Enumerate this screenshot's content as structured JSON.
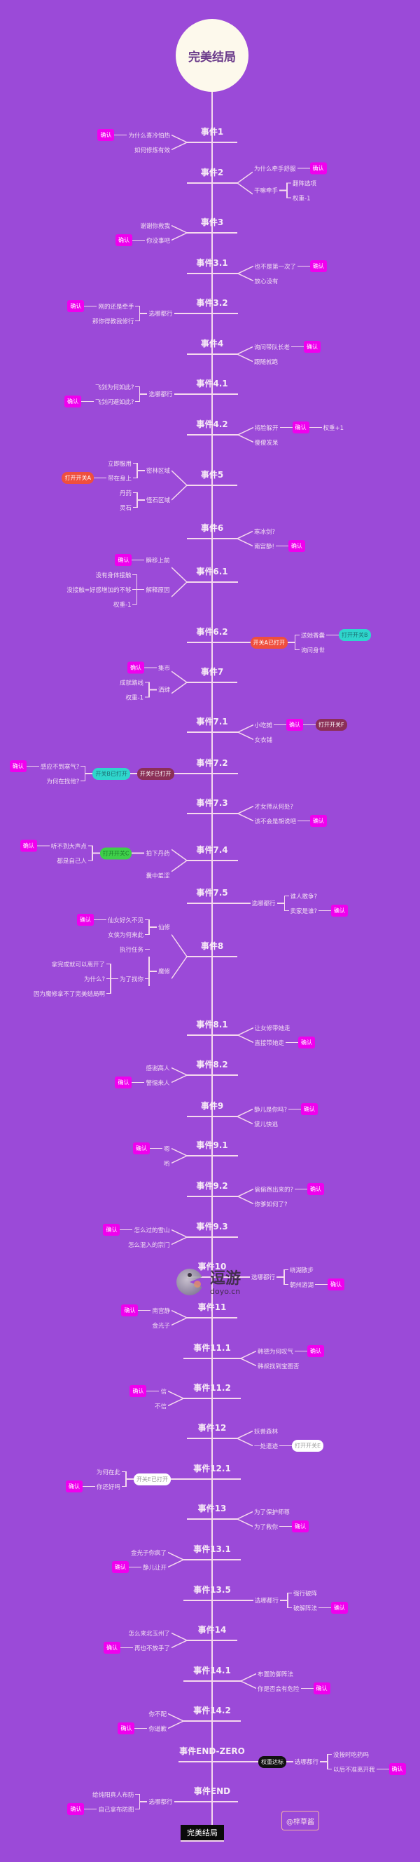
{
  "title": "完美结局",
  "confirm_label": "确认",
  "colors": {
    "background": "#9b4ad8",
    "confirm": "#f000ee",
    "line": "#f6d9ee"
  },
  "events": [
    {
      "label": "事件1",
      "side": "left",
      "branches": [
        {
          "text": "为什么喜冷怕热",
          "chips": [
            {
              "type": "confirm",
              "text": "确认"
            }
          ]
        },
        {
          "text": "如何修炼有效"
        }
      ]
    },
    {
      "label": "事件2",
      "side": "right",
      "branches": [
        {
          "text": "为什么牵手舒服",
          "chips": [
            {
              "type": "confirm",
              "text": "确认"
            }
          ]
        },
        {
          "text": "干嘛牵手",
          "children": [
            {
              "text": "翻阵选项"
            },
            {
              "text": "权重-1"
            }
          ]
        }
      ]
    },
    {
      "label": "事件3",
      "side": "left",
      "branches": [
        {
          "text": "谢谢你救我"
        },
        {
          "text": "你没事吧",
          "chips": [
            {
              "type": "confirm",
              "text": "确认"
            }
          ]
        }
      ]
    },
    {
      "label": "事件3.1",
      "side": "right",
      "branches": [
        {
          "text": "也不是第一次了",
          "chips": [
            {
              "type": "confirm",
              "text": "确认"
            }
          ]
        },
        {
          "text": "放心没有"
        }
      ]
    },
    {
      "label": "事件3.2",
      "side": "left",
      "branches": [
        {
          "text": "选哪都行",
          "children": [
            {
              "text": "刚的还是牵手",
              "chips": [
                {
                  "type": "confirm",
                  "text": "确认"
                }
              ]
            },
            {
              "text": "那你得教我修行"
            }
          ]
        }
      ]
    },
    {
      "label": "事件4",
      "side": "right",
      "branches": [
        {
          "text": "询问带队长老",
          "chips": [
            {
              "type": "confirm",
              "text": "确认"
            }
          ]
        },
        {
          "text": "跟随就跑"
        }
      ]
    },
    {
      "label": "事件4.1",
      "side": "left",
      "branches": [
        {
          "text": "选哪都行",
          "children": [
            {
              "text": "飞剑为何如此?"
            },
            {
              "text": "飞剑闪避如此?",
              "chips": [
                {
                  "type": "confirm",
                  "text": "确认"
                }
              ]
            }
          ]
        }
      ]
    },
    {
      "label": "事件4.2",
      "side": "right",
      "branches": [
        {
          "text": "将脸躲开",
          "chips": [
            {
              "type": "confirm",
              "text": "确认"
            },
            {
              "type": "text",
              "text": "权重+1"
            }
          ]
        },
        {
          "text": "傻傻发呆"
        }
      ]
    },
    {
      "label": "事件5",
      "side": "left",
      "branches": [
        {
          "text": "密林区域",
          "children": [
            {
              "text": "立即服用"
            },
            {
              "text": "带在身上",
              "chips": [
                {
                  "type": "red",
                  "text": "打开开关A"
                }
              ]
            }
          ]
        },
        {
          "text": "怪石区域",
          "children": [
            {
              "text": "丹药"
            },
            {
              "text": "灵石"
            }
          ]
        }
      ]
    },
    {
      "label": "事件6",
      "side": "right",
      "branches": [
        {
          "text": "寒冰剑?"
        },
        {
          "text": "南宫静!",
          "chips": [
            {
              "type": "confirm",
              "text": "确认"
            }
          ]
        }
      ]
    },
    {
      "label": "事件6.1",
      "side": "left",
      "branches": [
        {
          "text": "瞬移上前",
          "chips": [
            {
              "type": "confirm",
              "text": "确认"
            }
          ]
        },
        {
          "text": "解释原因",
          "children": [
            {
              "text": "没有身体接触"
            },
            {
              "text": "没接触=好感增加的不够"
            },
            {
              "text": "权重-1"
            }
          ]
        }
      ]
    },
    {
      "label": "事件6.2",
      "side": "right",
      "branches": [
        {
          "lead": [
            {
              "type": "red",
              "text": "开关A已打开"
            }
          ],
          "children": [
            {
              "text": "送她香囊",
              "chips": [
                {
                  "type": "teal",
                  "text": "打开开关B"
                }
              ]
            },
            {
              "text": "询问身世"
            }
          ]
        }
      ]
    },
    {
      "label": "事件7",
      "side": "left",
      "branches": [
        {
          "text": "集市",
          "chips": [
            {
              "type": "confirm",
              "text": "确认"
            }
          ]
        },
        {
          "text": "酒肆",
          "children": [
            {
              "text": "成就路线"
            },
            {
              "text": "权重-1"
            }
          ]
        }
      ]
    },
    {
      "label": "事件7.1",
      "side": "right",
      "branches": [
        {
          "text": "小吃摊",
          "chips": [
            {
              "type": "confirm",
              "text": "确认"
            },
            {
              "type": "darkred",
              "text": "打开开关F"
            }
          ]
        },
        {
          "text": "女衣铺"
        }
      ]
    },
    {
      "label": "事件7.2",
      "side": "left",
      "branches": [
        {
          "lead": [
            {
              "type": "darkred",
              "text": "开关F已打开"
            },
            {
              "type": "teal",
              "text": "开关B已打开"
            }
          ],
          "children": [
            {
              "text": "感应不到寒气?",
              "chips": [
                {
                  "type": "confirm",
                  "text": "确认"
                }
              ]
            },
            {
              "text": "为何在找他?"
            }
          ]
        }
      ]
    },
    {
      "label": "事件7.3",
      "side": "right",
      "branches": [
        {
          "text": "才女师从何处?"
        },
        {
          "text": "该不会是胡说吧",
          "chips": [
            {
              "type": "confirm",
              "text": "确认"
            }
          ]
        }
      ]
    },
    {
      "label": "事件7.4",
      "side": "left",
      "branches": [
        {
          "text": "拍下丹药",
          "chips": [
            {
              "type": "green",
              "text": "打开开关C"
            }
          ],
          "children": [
            {
              "text": "听不到大声点",
              "chips": [
                {
                  "type": "confirm",
                  "text": "确认"
                }
              ]
            },
            {
              "text": "都是自己人"
            }
          ]
        },
        {
          "text": "囊中羞涩"
        }
      ]
    },
    {
      "label": "事件7.5",
      "side": "right",
      "branches": [
        {
          "text": "选哪都行",
          "children": [
            {
              "text": "谁人敢争?"
            },
            {
              "text": "卖家是谁?",
              "chips": [
                {
                  "type": "confirm",
                  "text": "确认"
                }
              ]
            }
          ]
        }
      ]
    },
    {
      "label": "事件8",
      "side": "left",
      "branches": [
        {
          "text": "仙修",
          "children": [
            {
              "text": "仙女好久不见",
              "chips": [
                {
                  "type": "confirm",
                  "text": "确认"
                }
              ]
            },
            {
              "text": "女侠为何来此"
            }
          ]
        },
        {
          "text": "魔修",
          "children": [
            {
              "text": "执行任务"
            },
            {
              "text": "为了找你",
              "children": [
                {
                  "text": "拿完成就可以离开了"
                },
                {
                  "text": "为什么?"
                },
                {
                  "text": "因为魔修拿不了完美结局啊"
                }
              ]
            }
          ]
        }
      ]
    },
    {
      "label": "事件8.1",
      "side": "right",
      "branches": [
        {
          "text": "让女修带她走"
        },
        {
          "text": "直接带她走",
          "chips": [
            {
              "type": "confirm",
              "text": "确认"
            }
          ]
        }
      ]
    },
    {
      "label": "事件8.2",
      "side": "left",
      "branches": [
        {
          "text": "感谢高人"
        },
        {
          "text": "警惕来人",
          "chips": [
            {
              "type": "confirm",
              "text": "确认"
            }
          ]
        }
      ]
    },
    {
      "label": "事件9",
      "side": "right",
      "branches": [
        {
          "text": "静儿是你吗?",
          "chips": [
            {
              "type": "confirm",
              "text": "确认"
            }
          ]
        },
        {
          "text": "黛儿快逃"
        }
      ]
    },
    {
      "label": "事件9.1",
      "side": "left",
      "branches": [
        {
          "text": "嗯",
          "chips": [
            {
              "type": "confirm",
              "text": "确认"
            }
          ]
        },
        {
          "text": "哟"
        }
      ]
    },
    {
      "label": "事件9.2",
      "side": "right",
      "branches": [
        {
          "text": "偷偷跑出来的?",
          "chips": [
            {
              "type": "confirm",
              "text": "确认"
            }
          ]
        },
        {
          "text": "你爹如何了?"
        }
      ]
    },
    {
      "label": "事件9.3",
      "side": "left",
      "branches": [
        {
          "text": "怎么过的雪山",
          "chips": [
            {
              "type": "confirm",
              "text": "确认"
            }
          ]
        },
        {
          "text": "怎么混入的宗门"
        }
      ]
    },
    {
      "label": "事件10",
      "side": "right",
      "branches": [
        {
          "text": "选哪都行",
          "children": [
            {
              "text": "绕湖散步"
            },
            {
              "text": "朝州游湖",
              "chips": [
                {
                  "type": "confirm",
                  "text": "确认"
                }
              ]
            }
          ]
        }
      ]
    },
    {
      "label": "事件11",
      "side": "left",
      "branches": [
        {
          "text": "南宫静",
          "chips": [
            {
              "type": "confirm",
              "text": "确认"
            }
          ]
        },
        {
          "text": "金光子"
        }
      ]
    },
    {
      "label": "事件11.1",
      "side": "right",
      "branches": [
        {
          "text": "韩德为何叹气",
          "chips": [
            {
              "type": "confirm",
              "text": "确认"
            }
          ]
        },
        {
          "text": "韩叔找到宝图否"
        }
      ]
    },
    {
      "label": "事件11.2",
      "side": "left",
      "branches": [
        {
          "text": "信",
          "chips": [
            {
              "type": "confirm",
              "text": "确认"
            }
          ]
        },
        {
          "text": "不信"
        }
      ]
    },
    {
      "label": "事件12",
      "side": "right",
      "branches": [
        {
          "text": "妖兽森林"
        },
        {
          "text": "一处遗迹",
          "chips": [
            {
              "type": "white",
              "text": "打开开关E"
            }
          ]
        }
      ]
    },
    {
      "label": "事件12.1",
      "side": "left",
      "branches": [
        {
          "lead": [
            {
              "type": "white",
              "text": "开关E已打开"
            }
          ],
          "children": [
            {
              "text": "为何在此"
            },
            {
              "text": "你还好吗",
              "chips": [
                {
                  "type": "confirm",
                  "text": "确认"
                }
              ]
            }
          ]
        }
      ]
    },
    {
      "label": "事件13",
      "side": "right",
      "branches": [
        {
          "text": "为了保护师尊"
        },
        {
          "text": "为了救你",
          "chips": [
            {
              "type": "confirm",
              "text": "确认"
            }
          ]
        }
      ]
    },
    {
      "label": "事件13.1",
      "side": "left",
      "branches": [
        {
          "text": "金光子你疯了"
        },
        {
          "text": "静儿让开",
          "chips": [
            {
              "type": "confirm",
              "text": "确认"
            }
          ]
        }
      ]
    },
    {
      "label": "事件13.5",
      "side": "right",
      "branches": [
        {
          "text": "选哪都行",
          "children": [
            {
              "text": "强行破阵"
            },
            {
              "text": "破解阵法",
              "chips": [
                {
                  "type": "confirm",
                  "text": "确认"
                }
              ]
            }
          ]
        }
      ]
    },
    {
      "label": "事件14",
      "side": "left",
      "branches": [
        {
          "text": "怎么来北玉州了"
        },
        {
          "text": "再也不放手了",
          "chips": [
            {
              "type": "confirm",
              "text": "确认"
            }
          ]
        }
      ]
    },
    {
      "label": "事件14.1",
      "side": "right",
      "branches": [
        {
          "text": "布置防御阵法"
        },
        {
          "text": "你是否会有危险",
          "chips": [
            {
              "type": "confirm",
              "text": "确认"
            }
          ]
        }
      ]
    },
    {
      "label": "事件14.2",
      "side": "left",
      "branches": [
        {
          "text": "你不配"
        },
        {
          "text": "你道歉",
          "chips": [
            {
              "type": "confirm",
              "text": "确认"
            }
          ]
        }
      ]
    },
    {
      "label": "事件END-ZERO",
      "side": "right",
      "branches": [
        {
          "lead": [
            {
              "type": "black",
              "text": "权重达标"
            }
          ],
          "text": "选哪都行",
          "children": [
            {
              "text": "没按时吃药吗"
            },
            {
              "text": "以后不准离开我",
              "chips": [
                {
                  "type": "confirm",
                  "text": "确认"
                }
              ]
            }
          ]
        }
      ]
    },
    {
      "label": "事件END",
      "side": "left",
      "branches": [
        {
          "text": "选哪都行",
          "children": [
            {
              "text": "给纯阳真人布防"
            },
            {
              "text": "自己拿布防图",
              "chips": [
                {
                  "type": "confirm",
                  "text": "确认"
                }
              ]
            }
          ]
        }
      ]
    }
  ],
  "final": "完美结局",
  "credit": "@梓草酱",
  "watermark": {
    "name": "逗游",
    "domain": "doyo.cn"
  }
}
